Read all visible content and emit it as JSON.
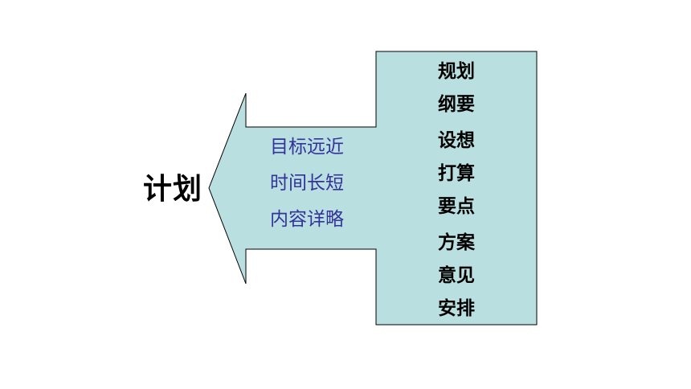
{
  "diagram": {
    "main_label": "计划",
    "fill_color": "#b9dfe0",
    "text_color_criteria": "#33339a",
    "criteria": [
      "目标远近",
      "时间长短",
      "内容详略"
    ],
    "synonyms": [
      "规划",
      "纲要",
      "设想",
      "打算",
      "要点",
      "方案",
      "意见",
      "安排"
    ]
  }
}
